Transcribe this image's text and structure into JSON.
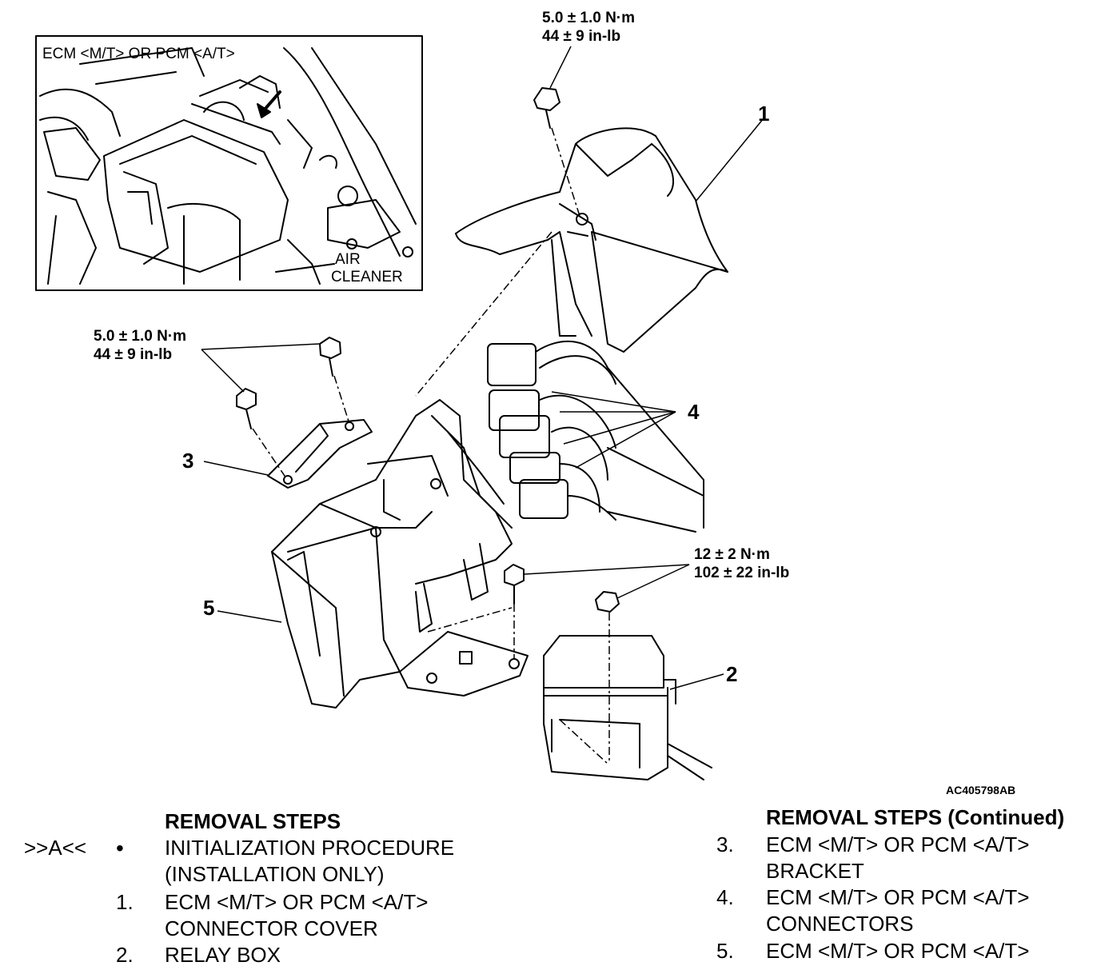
{
  "inset": {
    "title": "ECM <M/T> OR PCM <A/T>",
    "air_cleaner_line1": "AIR",
    "air_cleaner_line2": "CLEANER"
  },
  "torque_top": {
    "line1": "5.0 ± 1.0 N·m",
    "line2": "44 ± 9 in-lb"
  },
  "torque_left": {
    "line1": "5.0 ± 1.0 N·m",
    "line2": "44 ± 9 in-lb"
  },
  "torque_right": {
    "line1": "12 ± 2 N·m",
    "line2": "102 ± 22 in-lb"
  },
  "callouts": {
    "c1": "1",
    "c2": "2",
    "c3": "3",
    "c4": "4",
    "c5": "5"
  },
  "figure_id": "AC405798AB",
  "left_steps": {
    "title": "REMOVAL STEPS",
    "marker": ">>A<<",
    "bullet": "•",
    "items": [
      {
        "num": "",
        "line1": "INITIALIZATION PROCEDURE",
        "line2": "(INSTALLATION ONLY)"
      },
      {
        "num": "1.",
        "line1": "ECM <M/T> OR PCM <A/T>",
        "line2": "CONNECTOR COVER"
      },
      {
        "num": "2.",
        "line1": "RELAY BOX",
        "line2": ""
      }
    ]
  },
  "right_steps": {
    "title": "REMOVAL STEPS (Continued)",
    "items": [
      {
        "num": "3.",
        "line1": "ECM <M/T> OR PCM <A/T>",
        "line2": "BRACKET"
      },
      {
        "num": "4.",
        "line1": "ECM <M/T> OR PCM <A/T>",
        "line2": "CONNECTORS"
      },
      {
        "num": "5.",
        "line1": "ECM <M/T> OR PCM <A/T>",
        "line2": ""
      }
    ]
  }
}
